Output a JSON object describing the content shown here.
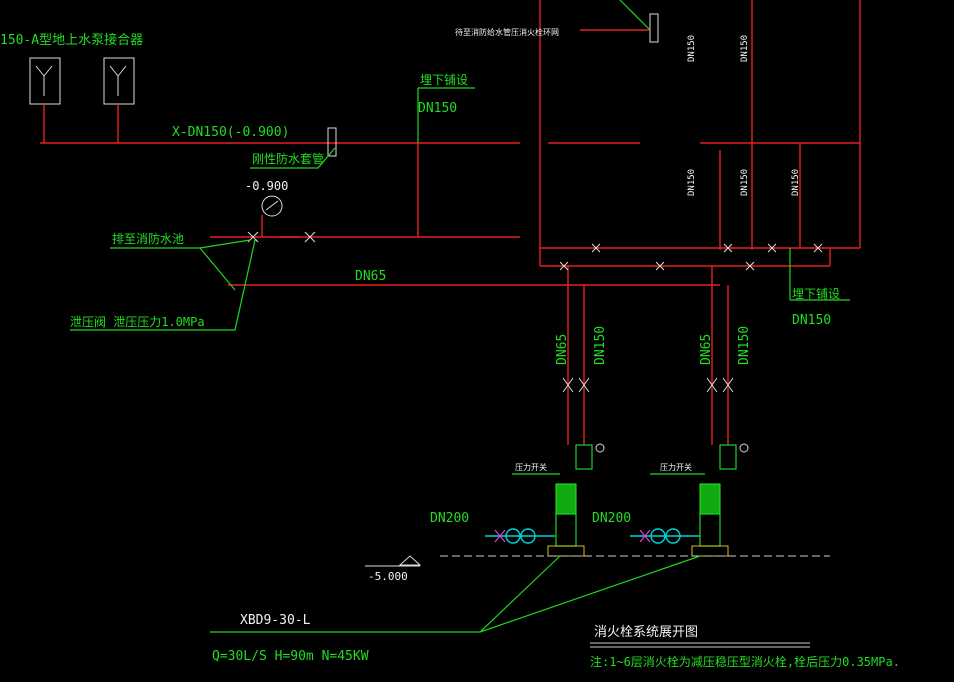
{
  "labels": {
    "pump_adapter": "150-A型地上水泵接合器",
    "x_dn150": "X-DN150(-0.900)",
    "buried1": "埋下铺设",
    "dn150_a": "DN150",
    "sleeve": "刚性防水套管",
    "elev_minus_0900": "-0.900",
    "to_pool": "排至消防水池",
    "dn65": "DN65",
    "relief_valve": "泄压阀 泄压压力1.0MPa",
    "top_note": "待至消防给水管压消火栓环网",
    "buried2": "埋下铺设",
    "dn150_b": "DN150",
    "dn200_a": "DN200",
    "dn200_b": "DN200",
    "pressure_switch_1": "压力开关",
    "pressure_switch_2": "压力开关",
    "elev_minus_5000": "-5.000",
    "pump_model": "XBD9-30-L",
    "pump_params": "Q=30L/S H=90m N=45KW",
    "drawing_title": "消火栓系统展开图",
    "note": "注:1~6层消火栓为减压稳压型消火栓,栓后压力0.35MPa."
  },
  "vertical_labels": {
    "riser_dn150_1": "DN150",
    "riser_dn150_2": "DN150",
    "riser_dn150_3": "DN150",
    "riser_dn150_4": "DN150",
    "riser_dn150_5": "DN150",
    "pump1_dn65": "DN65",
    "pump1_dn150": "DN150",
    "pump2_dn65": "DN65",
    "pump2_dn150": "DN150"
  },
  "colors": {
    "background": "#000000",
    "pipe": "#e62020",
    "annotation": "#1fd61f",
    "text_white": "#f2f2f2",
    "suction": "#00d5d5",
    "valve": "#e040e0"
  }
}
